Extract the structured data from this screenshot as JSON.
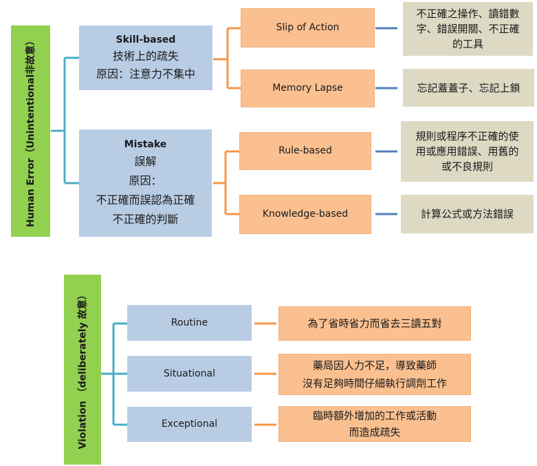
{
  "human_error": {
    "title": "Human Error（Unintentional非故意）",
    "skill": {
      "heading": "Skill-based",
      "subtitle": "技術上的疏失",
      "cause": "原因：注意力不集中",
      "slip": {
        "label": "Slip of Action",
        "example_lines": [
          "不正確之操作、讀錯數",
          "字、錯誤開關、不正確",
          "的工具"
        ]
      },
      "lapse": {
        "label": "Memory Lapse",
        "example": "忘記蓋蓋子、忘記上鎖"
      }
    },
    "mistake": {
      "heading": "Mistake",
      "subtitle": "誤解",
      "cause": "原因：",
      "reason1": "不正確而誤認為正確",
      "reason2": "不正確的判斷",
      "rule": {
        "label": "Rule-based",
        "example_lines": [
          "規則或程序不正確的使",
          "用或應用錯誤、用舊的",
          "或不良規則"
        ]
      },
      "knowledge": {
        "label": "Knowledge-based",
        "example": "計算公式或方法錯誤"
      }
    }
  },
  "violation": {
    "title": "Violation （deliberately 故意）",
    "routine": {
      "label": "Routine",
      "example": "為了省時省力而省去三讀五對"
    },
    "situational": {
      "label": "Situational",
      "example_lines": [
        "藥局因人力不足，導致藥師",
        "沒有足夠時間仔細執行調劑工作"
      ]
    },
    "exceptional": {
      "label": "Exceptional",
      "example_lines": [
        "臨時額外增加的工作或活動",
        "而造成疏失"
      ]
    }
  },
  "colors": {
    "green": "#92d050",
    "blue": "#b8cce4",
    "orange": "#fac090",
    "tan": "#ddd9c3",
    "teal_line": "#4bacc6",
    "orange_line": "#f79646",
    "steel_line": "#4f81bd"
  }
}
